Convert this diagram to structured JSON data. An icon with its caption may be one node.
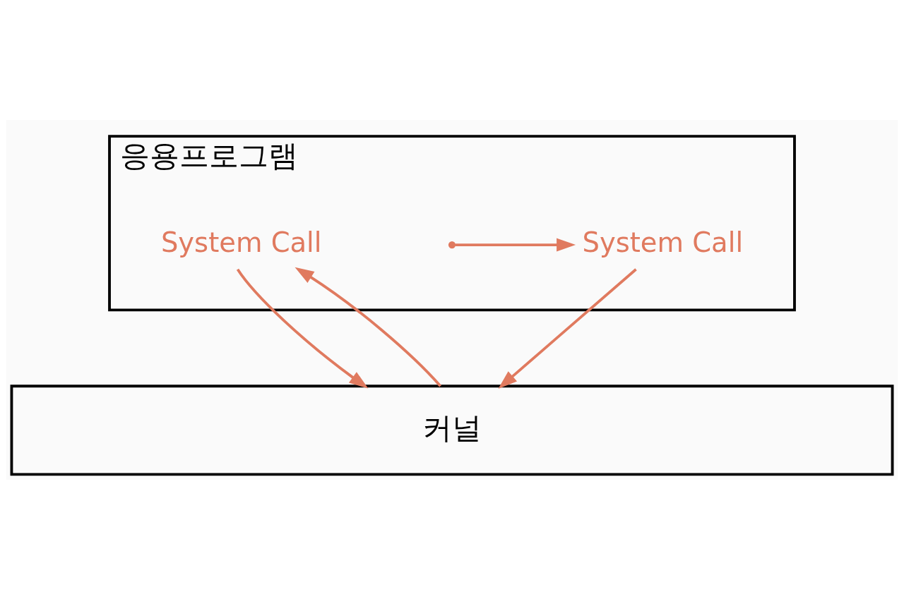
{
  "diagram": {
    "nodes": [
      {
        "text": [
          "응용프로그램"
        ]
      },
      {
        "text": [
          "System Call"
        ],
        "in": 0
      },
      {
        "text": [
          "System Call"
        ],
        "in": 0
      },
      {
        "text": [
          "커널"
        ]
      }
    ],
    "edges": [
      {
        "from": null,
        "to": 1,
        "arrow": "to"
      },
      {
        "from": 1,
        "to": 3,
        "arrow": "to"
      },
      {
        "from": 3,
        "to": 2,
        "arrow": "to"
      },
      {
        "from": 2,
        "to": 3,
        "arrow": "to"
      }
    ]
  }
}
